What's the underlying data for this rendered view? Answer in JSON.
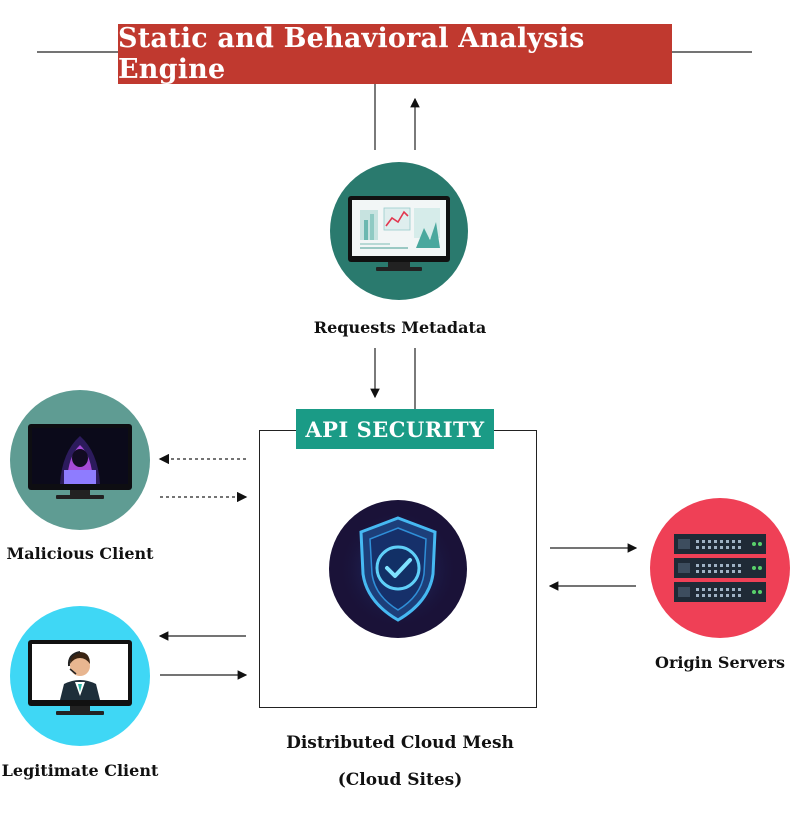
{
  "banner": {
    "title": "Static and Behavioral Analysis Engine"
  },
  "api_security": {
    "label": "API SECURITY"
  },
  "nodes": {
    "requests_metadata": "Requests Metadata",
    "malicious_client": "Malicious Client",
    "legitimate_client": "Legitimate Client",
    "origin_servers": "Origin Servers",
    "cloud_mesh_line1": "Distributed Cloud Mesh",
    "cloud_mesh_line2": "(Cloud Sites)"
  },
  "colors": {
    "banner": "#c0392f",
    "api_label": "#1a9b86",
    "metadata_circle": "#2a7a6e",
    "malicious_circle": "#5f9c93",
    "shield_circle": "#1a1238",
    "legitimate_circle": "#3fd7f5",
    "origin_circle": "#ef4056"
  },
  "icons": {
    "metadata": "analytics-monitor-icon",
    "malicious": "hooded-hacker-monitor-icon",
    "shield": "shield-check-icon",
    "legitimate": "support-agent-monitor-icon",
    "origin": "server-rack-icon"
  }
}
